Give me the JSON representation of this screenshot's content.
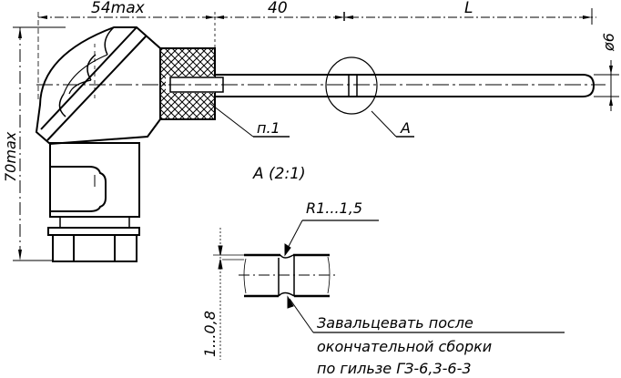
{
  "dimensions": {
    "head_width": "54max",
    "hatched_length": "40",
    "rod_length": "L",
    "diameter": "ø6",
    "height": "70max"
  },
  "callouts": {
    "part": "п.1",
    "detail": "А"
  },
  "detail": {
    "title": "А (2:1)",
    "radius": "R1...1,5",
    "depth": "1...0,8",
    "note_lines": [
      "Завальцевать после",
      "окончательной сборки",
      "по гильзе ГЗ-6,3-6-3"
    ]
  }
}
